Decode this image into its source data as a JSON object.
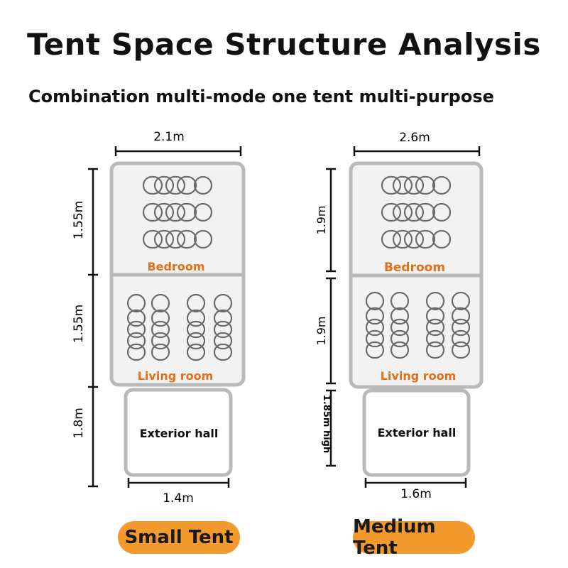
{
  "title": "Tent Space Structure Analysis",
  "subtitle": "Combination multi-mode one tent multi-purpose",
  "colors": {
    "room_label": "#e36f16",
    "outline": "#b9b9b9",
    "fill": "#f2f2f2",
    "pill": "#f29a2e"
  },
  "tents": [
    {
      "name": "Small Tent",
      "top_width": "2.1m",
      "bottom_width": "1.4m",
      "bedroom": {
        "label": "Bedroom",
        "depth": "1.55m",
        "sleepers": 3
      },
      "living": {
        "label": "Living room",
        "depth": "1.55m",
        "sleepers": 4
      },
      "hall": {
        "label": "Exterior hall",
        "depth": "1.8m"
      }
    },
    {
      "name": "Medium Tent",
      "top_width": "2.6m",
      "bottom_width": "1.6m",
      "bedroom": {
        "label": "Bedroom",
        "depth": "1.9m",
        "sleepers": 3
      },
      "living": {
        "label": "Living room",
        "depth": "1.9m",
        "sleepers": 4
      },
      "hall": {
        "label": "Exterior hall",
        "depth": "1.85m high"
      }
    }
  ]
}
